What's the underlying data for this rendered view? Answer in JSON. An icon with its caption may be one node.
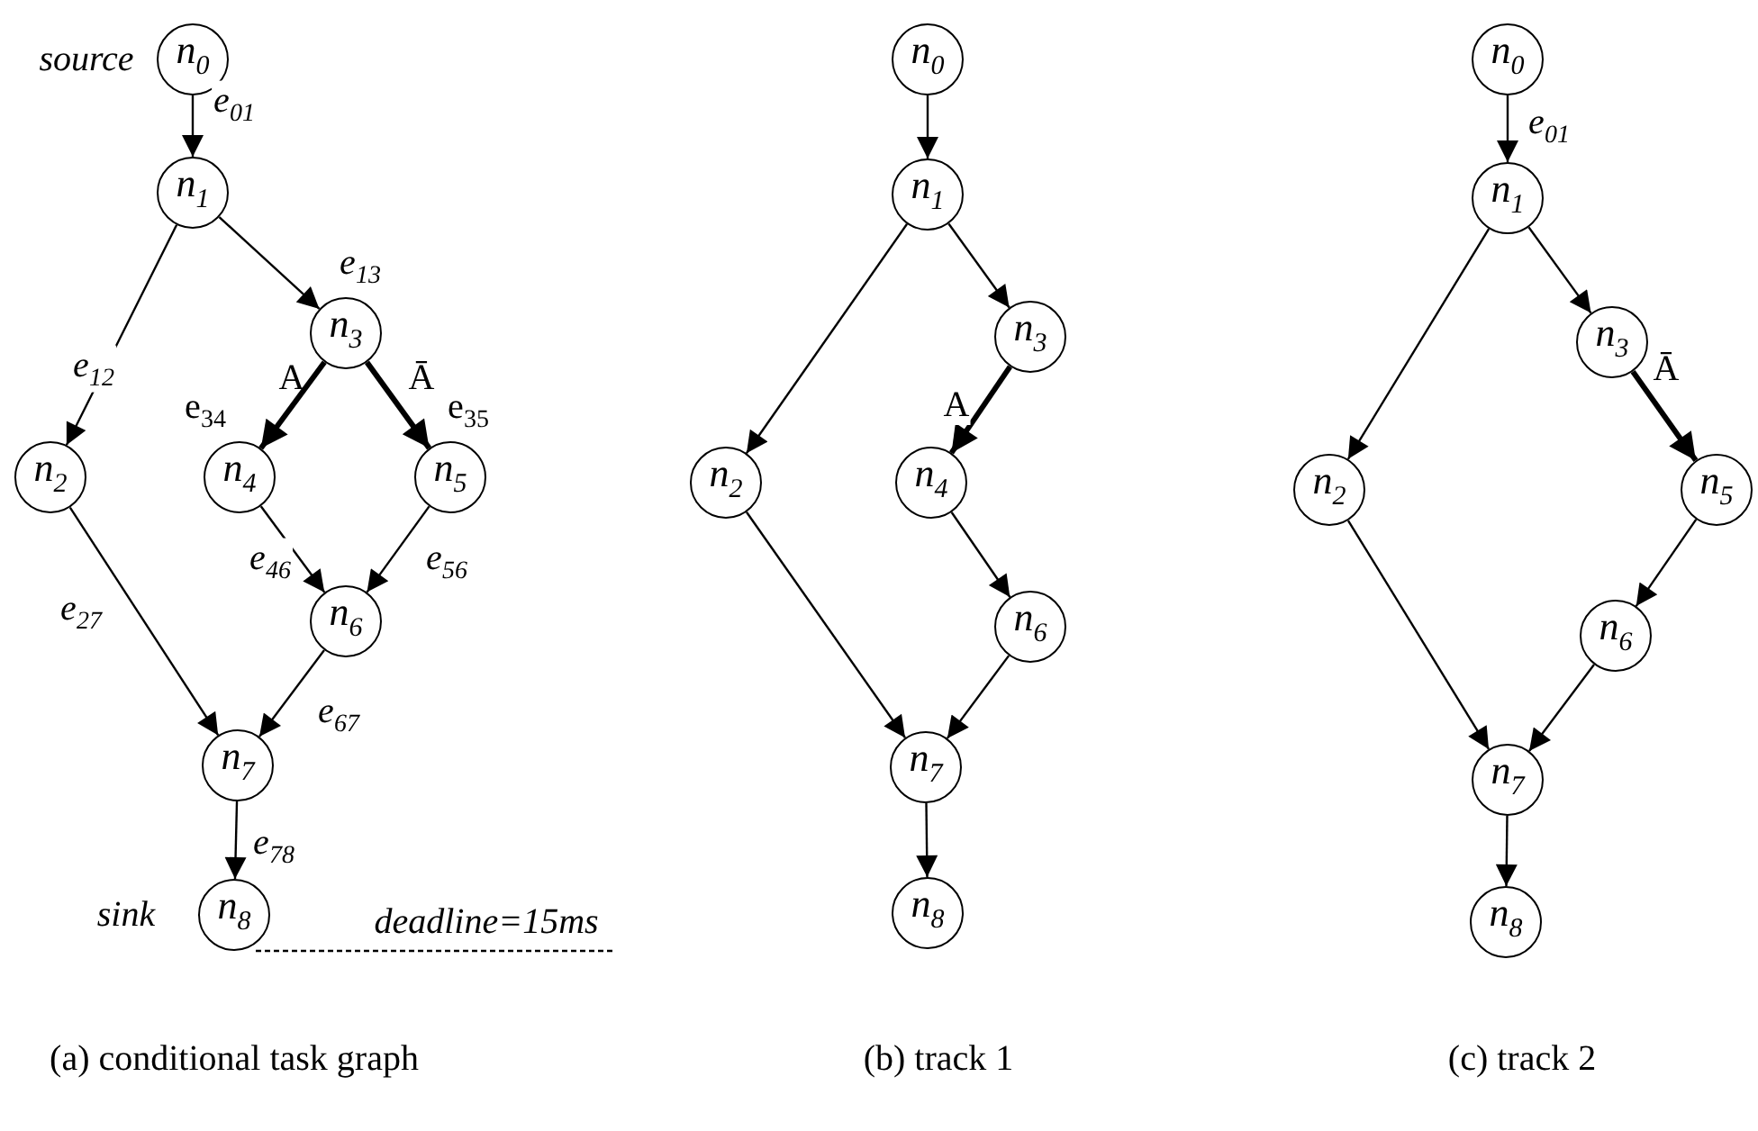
{
  "diagram": {
    "nodes": [
      {
        "text": [
          "n$_{0}$"
        ],
        "beside": [
          "source"
        ]
      },
      {
        "text": [
          "n$_{1}$"
        ]
      },
      {
        "text": [
          "n$_{2}$"
        ]
      },
      {
        "text": [
          "n$_{3}$"
        ]
      },
      {
        "text": [
          "n$_{4}$"
        ]
      },
      {
        "text": [
          "n$_{5}$"
        ]
      },
      {
        "text": [
          "n$_{6}$"
        ]
      },
      {
        "text": [
          "n$_{7}$"
        ]
      },
      {
        "text": [
          "n$_{8}$"
        ],
        "beside": [
          "sink"
        ]
      },
      {
        "text": [
          "n$_{0}$"
        ]
      },
      {
        "text": [
          "n$_{1}$"
        ]
      },
      {
        "text": [
          "n$_{2}$"
        ]
      },
      {
        "text": [
          "n$_{3}$"
        ]
      },
      {
        "text": [
          "n$_{4}$"
        ]
      },
      {
        "text": [
          "n$_{6}$"
        ]
      },
      {
        "text": [
          "n$_{7}$"
        ]
      },
      {
        "text": [
          "n$_{8}$"
        ]
      },
      {
        "text": [
          "n$_{0}$"
        ]
      },
      {
        "text": [
          "n$_{1}$"
        ]
      },
      {
        "text": [
          "n$_{2}$"
        ]
      },
      {
        "text": [
          "n$_{3}$"
        ]
      },
      {
        "text": [
          "n$_{5}$"
        ]
      },
      {
        "text": [
          "n$_{6}$"
        ]
      },
      {
        "text": [
          "n$_{7}$"
        ]
      },
      {
        "text": [
          "n$_{8}$"
        ]
      }
    ],
    "edges": [
      {
        "from": 0,
        "to": 1,
        "arrow": "to",
        "label": "e$_{01}$"
      },
      {
        "from": 1,
        "to": 2,
        "arrow": "to",
        "label": "e$_{12}$"
      },
      {
        "from": 1,
        "to": 3,
        "arrow": "to",
        "label": "e$_{13}$"
      },
      {
        "from": 3,
        "to": 4,
        "arrow": "to",
        "label": "e$_{34}$",
        "style": "thick"
      },
      {
        "from": 3,
        "to": 5,
        "arrow": "to",
        "label": "e$_{35}$",
        "style": "thick"
      },
      {
        "from": 2,
        "to": 7,
        "arrow": "to",
        "label": "e$_{27}$"
      },
      {
        "from": 4,
        "to": 6,
        "arrow": "to",
        "label": "e$_{46}$"
      },
      {
        "from": 5,
        "to": 6,
        "arrow": "to",
        "label": "e$_{56}$"
      },
      {
        "from": 6,
        "to": 7,
        "arrow": "to",
        "label": "e$_{67}$"
      },
      {
        "from": 7,
        "to": 8,
        "arrow": "to",
        "label": "e$_{78}$"
      },
      {
        "from": 9,
        "to": 10,
        "arrow": "to"
      },
      {
        "from": 10,
        "to": 11,
        "arrow": "to"
      },
      {
        "from": 10,
        "to": 12,
        "arrow": "to"
      },
      {
        "from": 12,
        "to": 13,
        "arrow": "to",
        "label": "A",
        "style": "thick"
      },
      {
        "from": 11,
        "to": 15,
        "arrow": "to"
      },
      {
        "from": 13,
        "to": 14,
        "arrow": "to"
      },
      {
        "from": 14,
        "to": 15,
        "arrow": "to"
      },
      {
        "from": 15,
        "to": 16,
        "arrow": "to"
      },
      {
        "from": 17,
        "to": 18,
        "arrow": "to",
        "label": "e$_{01}$"
      },
      {
        "from": 18,
        "to": 19,
        "arrow": "to"
      },
      {
        "from": 18,
        "to": 20,
        "arrow": "to"
      },
      {
        "from": 20,
        "to": 21,
        "arrow": "to",
        "label": "Ā",
        "style": "thick"
      },
      {
        "from": 19,
        "to": 23,
        "arrow": "to"
      },
      {
        "from": 21,
        "to": 22,
        "arrow": "to"
      },
      {
        "from": 22,
        "to": 23,
        "arrow": "to"
      },
      {
        "from": 23,
        "to": 24,
        "arrow": "to"
      }
    ],
    "labels": [
      "A",
      "Ā",
      "deadline=15ms",
      "(a) conditional task graph",
      "(b) track 1",
      "(c) track 2"
    ]
  }
}
